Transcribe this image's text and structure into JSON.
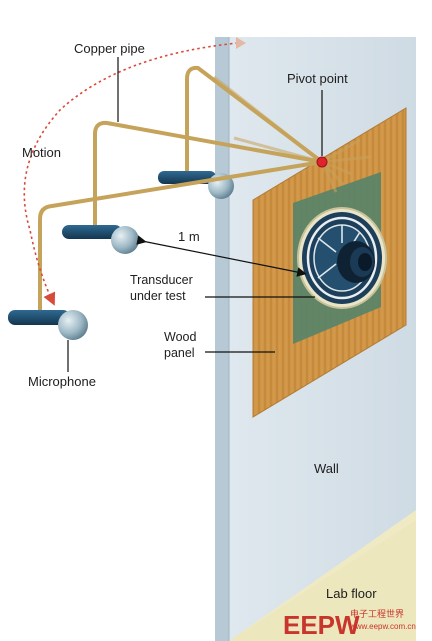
{
  "labels": {
    "copper_pipe": "Copper pipe",
    "pivot_point": "Pivot point",
    "motion": "Motion",
    "distance": "1 m",
    "transducer_line1": "Transducer",
    "transducer_line2": "under test",
    "wood_line1": "Wood",
    "wood_line2": "panel",
    "microphone": "Microphone",
    "wall": "Wall",
    "lab_floor": "Lab floor"
  },
  "watermark": {
    "logo_text": "EEPW",
    "site": "www.eepw.com.cn",
    "chinese": "电子工程世界"
  },
  "colors": {
    "wall": "#d6e2ea",
    "wall_edge": "#a9bccb",
    "floor": "#efeac4",
    "wood": "#c98b3c",
    "panel_inner": "#5b8467",
    "pipe": "#c6a35a",
    "mic_body": "#1f4a6a",
    "mic_ball": "#9fb9c6",
    "pivot": "#e0242e",
    "motion_arc": "#d84a3a"
  }
}
